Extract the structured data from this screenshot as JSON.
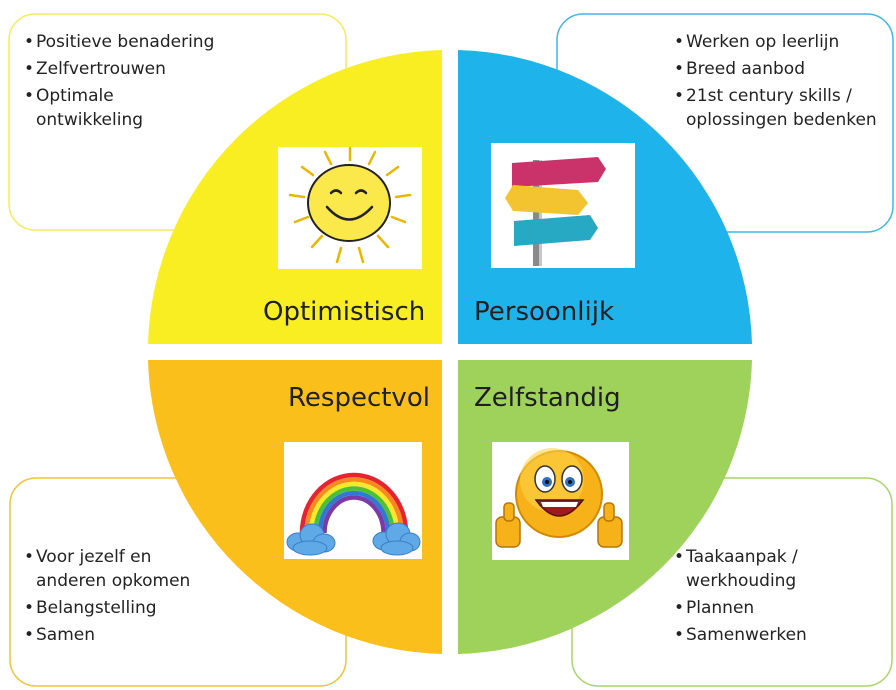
{
  "colors": {
    "yellow": "#f8ee22",
    "blue": "#1eb3ea",
    "orange": "#fbbf1c",
    "green": "#9fd25a"
  },
  "quadrants": {
    "top_left": {
      "label": "Optimistisch",
      "image_icon": "sun-icon",
      "bullets": [
        "Positieve benadering",
        "Zelfvertrouwen",
        "Optimale ontwikkeling"
      ]
    },
    "top_right": {
      "label": "Persoonlijk",
      "image_icon": "signpost-icon",
      "bullets": [
        "Werken op leerlijn",
        "Breed aanbod",
        "21st century skills / oplossingen bedenken"
      ]
    },
    "bottom_left": {
      "label": "Respectvol",
      "image_icon": "rainbow-icon",
      "bullets": [
        "Voor jezelf en anderen opkomen",
        "Belangstelling",
        "Samen"
      ]
    },
    "bottom_right": {
      "label": "Zelfstandig",
      "image_icon": "thumbs-up-smiley-icon",
      "bullets": [
        "Taakaanpak / werkhouding",
        "Plannen",
        "Samenwerken"
      ]
    }
  }
}
